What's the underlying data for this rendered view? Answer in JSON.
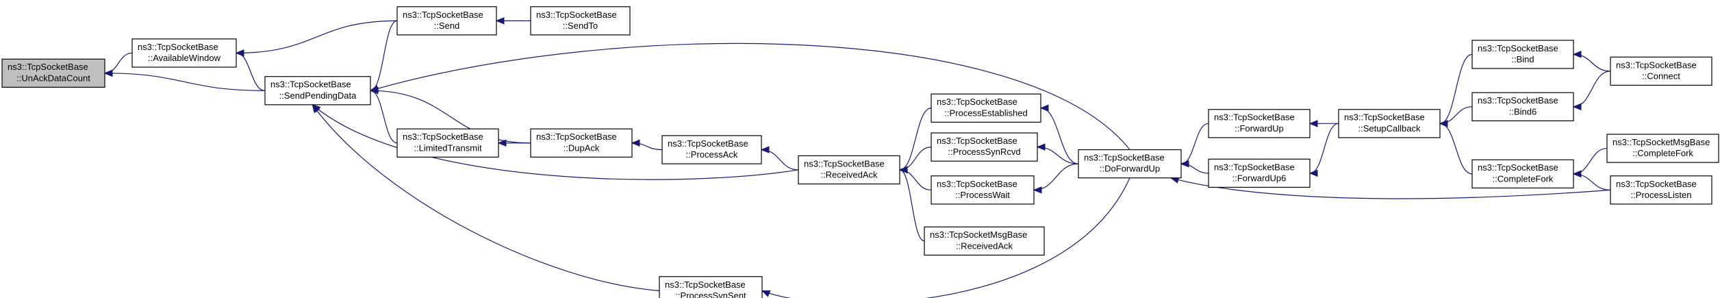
{
  "diagram": {
    "type": "call-graph",
    "colors": {
      "edge": "#191970",
      "node_fill": "#ffffff",
      "highlight_fill": "#bfbfbf",
      "border": "#000000"
    },
    "nodes": [
      {
        "id": "unack",
        "line1": "ns3::TcpSocketBase",
        "line2": "::UnAckDataCount",
        "highlight": true
      },
      {
        "id": "availwin",
        "line1": "ns3::TcpSocketBase",
        "line2": "::AvailableWindow"
      },
      {
        "id": "sendpend",
        "line1": "ns3::TcpSocketBase",
        "line2": "::SendPendingData"
      },
      {
        "id": "send",
        "line1": "ns3::TcpSocketBase",
        "line2": "::Send"
      },
      {
        "id": "sendto",
        "line1": "ns3::TcpSocketBase",
        "line2": "::SendTo"
      },
      {
        "id": "limtx",
        "line1": "ns3::TcpSocketBase",
        "line2": "::LimitedTransmit"
      },
      {
        "id": "dupack",
        "line1": "ns3::TcpSocketBase",
        "line2": "::DupAck"
      },
      {
        "id": "procack",
        "line1": "ns3::TcpSocketBase",
        "line2": "::ProcessAck"
      },
      {
        "id": "recvack",
        "line1": "ns3::TcpSocketBase",
        "line2": "::ReceivedAck"
      },
      {
        "id": "procest",
        "line1": "ns3::TcpSocketBase",
        "line2": "::ProcessEstablished"
      },
      {
        "id": "procsynrcvd",
        "line1": "ns3::TcpSocketBase",
        "line2": "::ProcessSynRcvd"
      },
      {
        "id": "procwait",
        "line1": "ns3::TcpSocketBase",
        "line2": "::ProcessWait"
      },
      {
        "id": "msgrecvack",
        "line1": "ns3::TcpSocketMsgBase",
        "line2": "::ReceivedAck"
      },
      {
        "id": "procsynsent",
        "line1": "ns3::TcpSocketBase",
        "line2": "::ProcessSynSent"
      },
      {
        "id": "dofwdup",
        "line1": "ns3::TcpSocketBase",
        "line2": "::DoForwardUp"
      },
      {
        "id": "fwdup",
        "line1": "ns3::TcpSocketBase",
        "line2": "::ForwardUp"
      },
      {
        "id": "fwdup6",
        "line1": "ns3::TcpSocketBase",
        "line2": "::ForwardUp6"
      },
      {
        "id": "setupcb",
        "line1": "ns3::TcpSocketBase",
        "line2": "::SetupCallback"
      },
      {
        "id": "bind",
        "line1": "ns3::TcpSocketBase",
        "line2": "::Bind"
      },
      {
        "id": "bind6",
        "line1": "ns3::TcpSocketBase",
        "line2": "::Bind6"
      },
      {
        "id": "compfork",
        "line1": "ns3::TcpSocketBase",
        "line2": "::CompleteFork"
      },
      {
        "id": "connect",
        "line1": "ns3::TcpSocketBase",
        "line2": "::Connect"
      },
      {
        "id": "msgcompfork",
        "line1": "ns3::TcpSocketMsgBase",
        "line2": "::CompleteFork"
      },
      {
        "id": "proclisten",
        "line1": "ns3::TcpSocketBase",
        "line2": "::ProcessListen"
      }
    ],
    "edges": [
      {
        "from": "availwin",
        "to": "unack"
      },
      {
        "from": "sendpend",
        "to": "unack"
      },
      {
        "from": "sendpend",
        "to": "availwin"
      },
      {
        "from": "send",
        "to": "availwin"
      },
      {
        "from": "send",
        "to": "sendpend"
      },
      {
        "from": "sendto",
        "to": "send"
      },
      {
        "from": "limtx",
        "to": "sendpend"
      },
      {
        "from": "dupack",
        "to": "sendpend"
      },
      {
        "from": "dupack",
        "to": "limtx"
      },
      {
        "from": "procack",
        "to": "dupack"
      },
      {
        "from": "recvack",
        "to": "procack"
      },
      {
        "from": "recvack",
        "to": "sendpend"
      },
      {
        "from": "procsynsent",
        "to": "sendpend"
      },
      {
        "from": "dofwdup",
        "to": "sendpend"
      },
      {
        "from": "procest",
        "to": "recvack"
      },
      {
        "from": "procsynrcvd",
        "to": "recvack"
      },
      {
        "from": "procwait",
        "to": "recvack"
      },
      {
        "from": "msgrecvack",
        "to": "recvack"
      },
      {
        "from": "dofwdup",
        "to": "procest"
      },
      {
        "from": "dofwdup",
        "to": "procsynrcvd"
      },
      {
        "from": "dofwdup",
        "to": "procwait"
      },
      {
        "from": "dofwdup",
        "to": "procsynsent"
      },
      {
        "from": "fwdup",
        "to": "dofwdup"
      },
      {
        "from": "fwdup6",
        "to": "dofwdup"
      },
      {
        "from": "proclisten",
        "to": "dofwdup"
      },
      {
        "from": "setupcb",
        "to": "fwdup"
      },
      {
        "from": "setupcb",
        "to": "fwdup6"
      },
      {
        "from": "bind",
        "to": "setupcb"
      },
      {
        "from": "bind6",
        "to": "setupcb"
      },
      {
        "from": "compfork",
        "to": "setupcb"
      },
      {
        "from": "connect",
        "to": "bind"
      },
      {
        "from": "connect",
        "to": "bind6"
      },
      {
        "from": "msgcompfork",
        "to": "compfork"
      },
      {
        "from": "proclisten",
        "to": "compfork"
      }
    ]
  }
}
